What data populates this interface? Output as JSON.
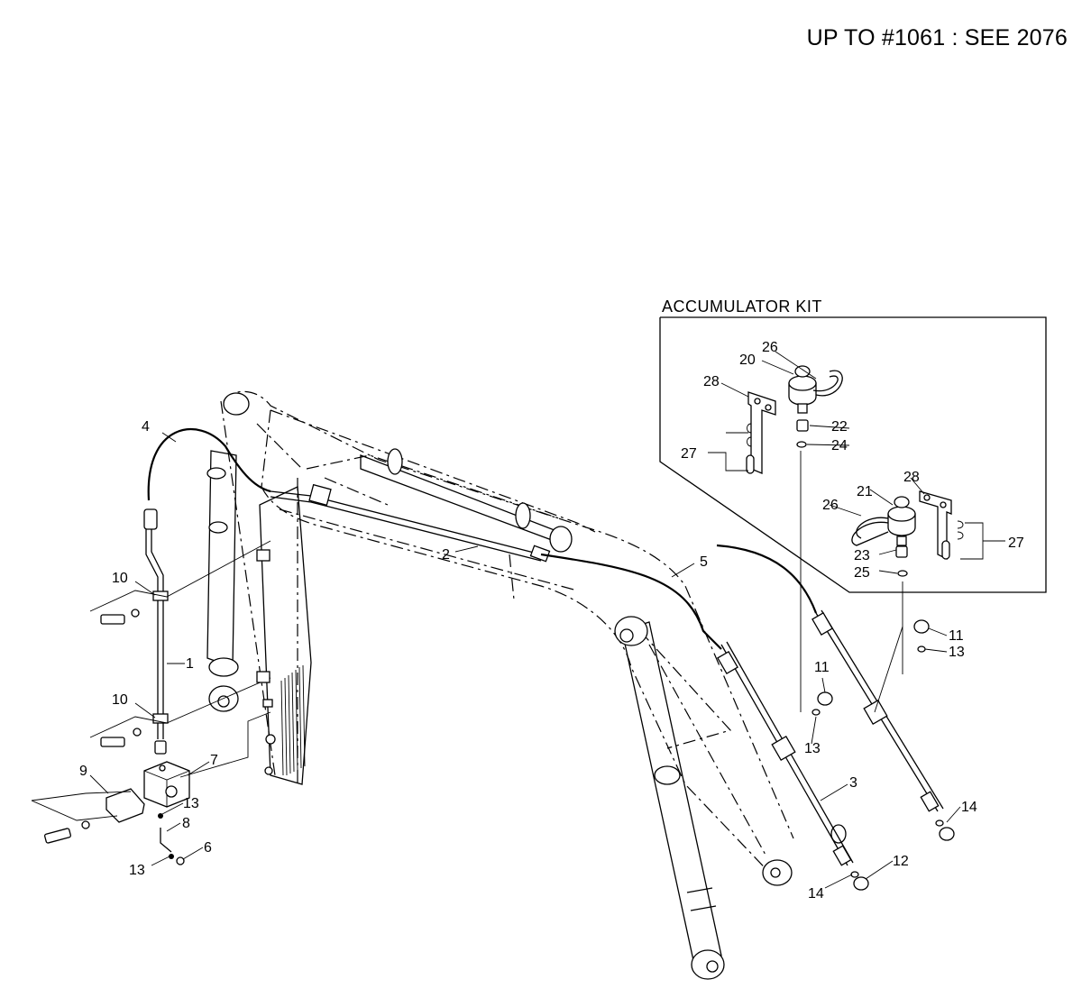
{
  "header": {
    "note": "UP TO #1061 : SEE 2076"
  },
  "kit": {
    "title": "ACCUMULATOR KIT"
  },
  "callouts": {
    "c1": "1",
    "c2": "2",
    "c3": "3",
    "c4": "4",
    "c5": "5",
    "c6": "6",
    "c7": "7",
    "c8": "8",
    "c9": "9",
    "c10a": "10",
    "c10b": "10",
    "c11a": "11",
    "c11b": "11",
    "c12": "12",
    "c13a": "13",
    "c13b": "13",
    "c13c": "13",
    "c13d": "13",
    "c14a": "14",
    "c14b": "14",
    "c20": "20",
    "c21": "21",
    "c22": "22",
    "c23": "23",
    "c24": "24",
    "c25": "25",
    "c26a": "26",
    "c26b": "26",
    "c27a": "27",
    "c27b": "27",
    "c28a": "28",
    "c28b": "28"
  }
}
